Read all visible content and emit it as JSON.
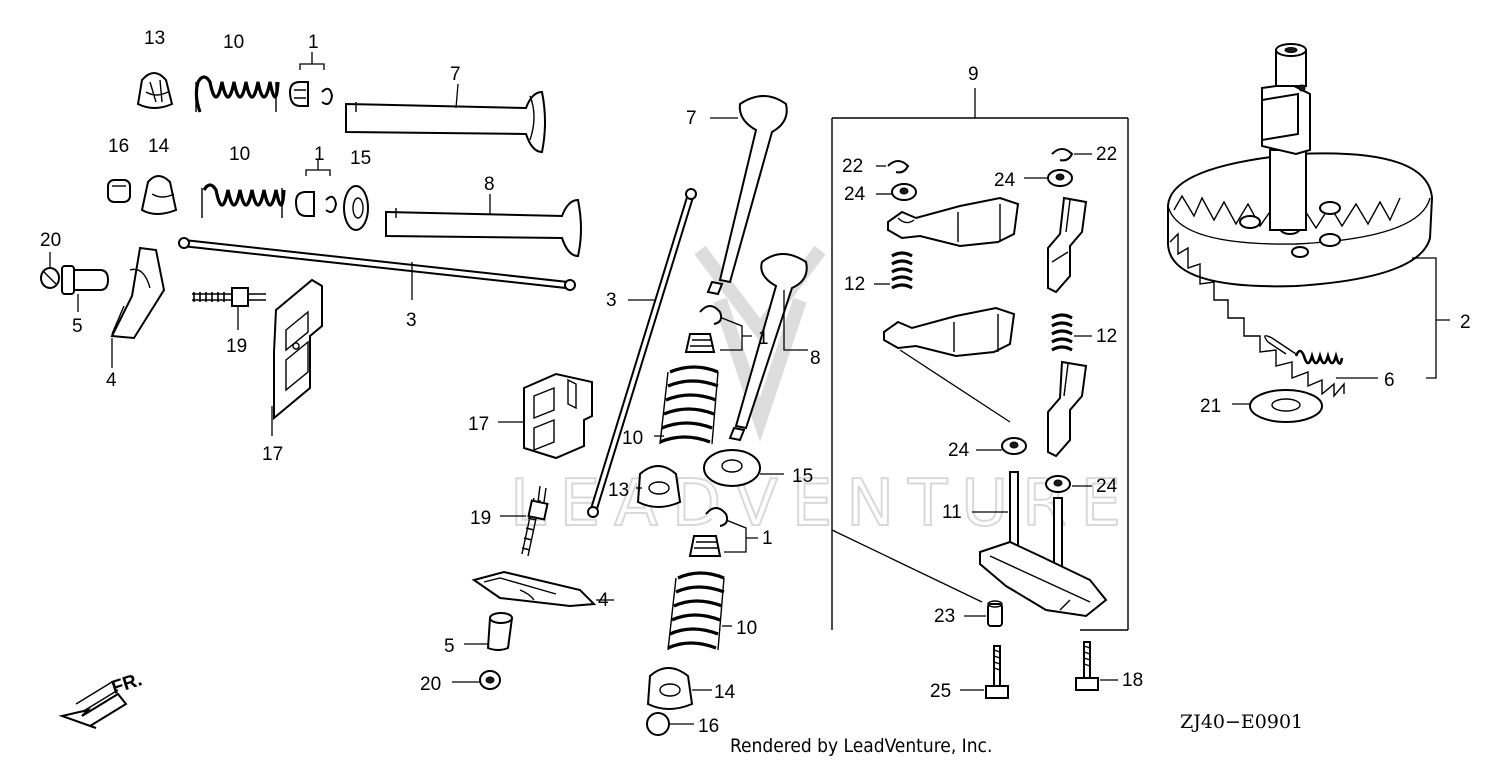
{
  "watermark": {
    "text": "LEADVENTURE"
  },
  "diagram_code": "ZJ40−E0901",
  "credit": "Rendered by LeadVenture, Inc.",
  "front_marker": {
    "label": "FR.",
    "icon": "front-direction-arrow-icon"
  },
  "callouts": [
    {
      "id": "c13a",
      "text": "13"
    },
    {
      "id": "c10a",
      "text": "10"
    },
    {
      "id": "c1a",
      "text": "1"
    },
    {
      "id": "c7a",
      "text": "7"
    },
    {
      "id": "c16a",
      "text": "16"
    },
    {
      "id": "c14a",
      "text": "14"
    },
    {
      "id": "c10b",
      "text": "10"
    },
    {
      "id": "c1b",
      "text": "1"
    },
    {
      "id": "c15a",
      "text": "15"
    },
    {
      "id": "c8a",
      "text": "8"
    },
    {
      "id": "c20a",
      "text": "20"
    },
    {
      "id": "c5a",
      "text": "5"
    },
    {
      "id": "c4a",
      "text": "4"
    },
    {
      "id": "c3a",
      "text": "3"
    },
    {
      "id": "c19a",
      "text": "19"
    },
    {
      "id": "c17a",
      "text": "17"
    },
    {
      "id": "c7b",
      "text": "7"
    },
    {
      "id": "c3b",
      "text": "3"
    },
    {
      "id": "c1c",
      "text": "1"
    },
    {
      "id": "c8b",
      "text": "8"
    },
    {
      "id": "c17b",
      "text": "17"
    },
    {
      "id": "c10c",
      "text": "10"
    },
    {
      "id": "c13b",
      "text": "13"
    },
    {
      "id": "c15b",
      "text": "15"
    },
    {
      "id": "c19b",
      "text": "19"
    },
    {
      "id": "c1d",
      "text": "1"
    },
    {
      "id": "c4b",
      "text": "4"
    },
    {
      "id": "c10d",
      "text": "10"
    },
    {
      "id": "c5b",
      "text": "5"
    },
    {
      "id": "c20b",
      "text": "20"
    },
    {
      "id": "c14b",
      "text": "14"
    },
    {
      "id": "c16b",
      "text": "16"
    },
    {
      "id": "c9",
      "text": "9"
    },
    {
      "id": "c22a",
      "text": "22"
    },
    {
      "id": "c22b",
      "text": "22"
    },
    {
      "id": "c24a",
      "text": "24"
    },
    {
      "id": "c24b",
      "text": "24"
    },
    {
      "id": "c12a",
      "text": "12"
    },
    {
      "id": "c12b",
      "text": "12"
    },
    {
      "id": "c24c",
      "text": "24"
    },
    {
      "id": "c24d",
      "text": "24"
    },
    {
      "id": "c11",
      "text": "11"
    },
    {
      "id": "c23",
      "text": "23"
    },
    {
      "id": "c25",
      "text": "25"
    },
    {
      "id": "c18",
      "text": "18"
    },
    {
      "id": "c2",
      "text": "2"
    },
    {
      "id": "c6",
      "text": "6"
    },
    {
      "id": "c21",
      "text": "21"
    }
  ]
}
